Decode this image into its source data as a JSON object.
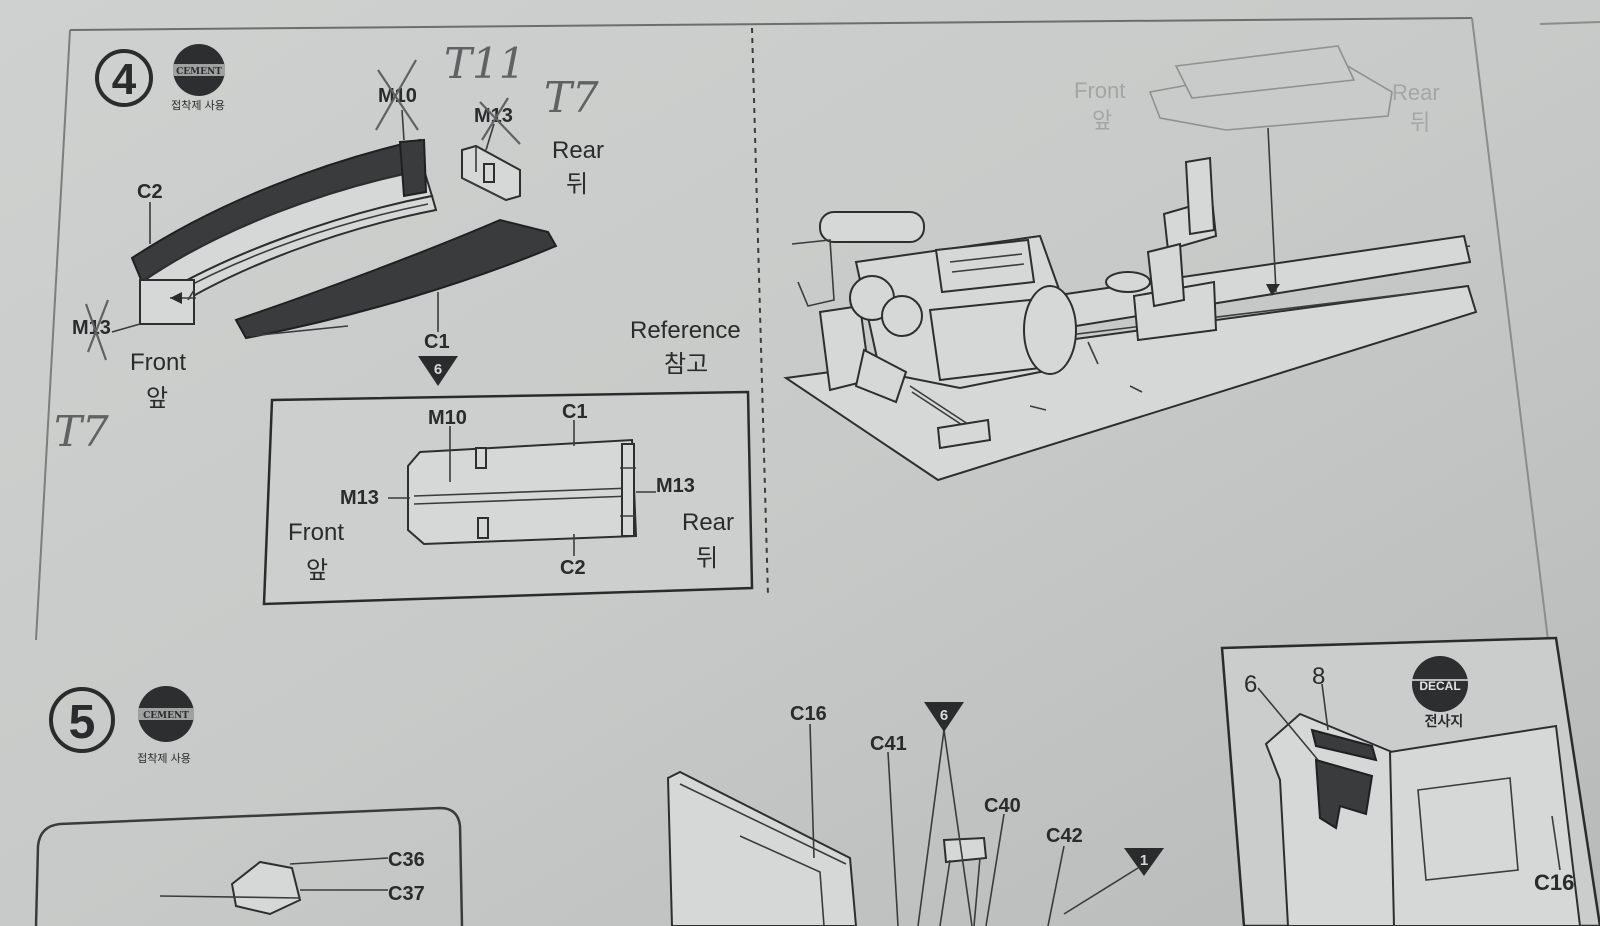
{
  "step4": {
    "number": "4",
    "cement_badge": "CEMENT",
    "cement_caption": "접착제 사용",
    "labels": {
      "m10": "M10",
      "m13_top": "M13",
      "c2": "C2",
      "m13_left": "M13",
      "c1": "C1",
      "rear_en": "Rear",
      "rear_ko": "뒤",
      "front_en": "Front",
      "front_ko": "앞",
      "ref_marker": "6",
      "reference_en": "Reference",
      "reference_ko": "참고"
    },
    "handwritten": {
      "t11": "T11",
      "t7_top": "T7",
      "t7_left": "T7"
    },
    "reference_box": {
      "m10": "M10",
      "c1": "C1",
      "m13_left": "M13",
      "m13_right": "M13",
      "c2": "C2",
      "front_en": "Front",
      "front_ko": "앞",
      "rear_en": "Rear",
      "rear_ko": "뒤"
    },
    "chassis_labels": {
      "front_en": "Front",
      "front_ko": "앞",
      "rear_en": "Rear",
      "rear_ko": "뒤"
    }
  },
  "step5": {
    "number": "5",
    "cement_badge": "CEMENT",
    "cement_caption": "접착제 사용",
    "labels": {
      "c36": "C36",
      "c37": "C37",
      "c16": "C16",
      "c41": "C41",
      "marker_6": "6",
      "c40": "C40",
      "c42": "C42",
      "marker_1": "1",
      "c16_right": "C16"
    },
    "decal_box": {
      "decal_6": "6",
      "decal_8": "8",
      "decal_badge": "DECAL",
      "decal_caption": "전사지"
    }
  }
}
